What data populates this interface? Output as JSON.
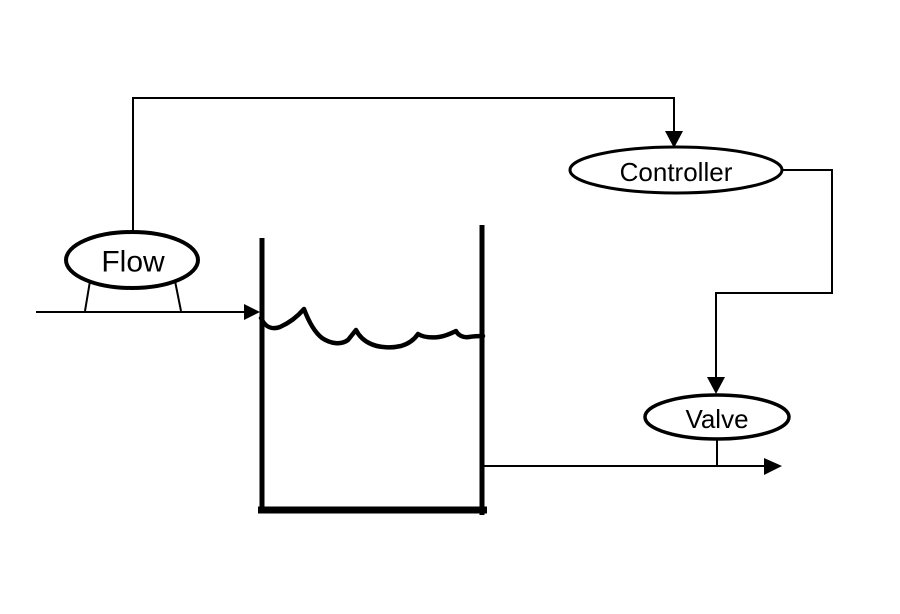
{
  "diagram": {
    "type": "process-control-loop",
    "background_color": "#ffffff",
    "line_color": "#000000",
    "nodes": [
      {
        "id": "flow",
        "label": "Flow",
        "shape": "ellipse",
        "role": "flow-sensor"
      },
      {
        "id": "controller",
        "label": "Controller",
        "shape": "ellipse",
        "role": "controller"
      },
      {
        "id": "valve",
        "label": "Valve",
        "shape": "ellipse",
        "role": "valve"
      },
      {
        "id": "tank",
        "label": "",
        "shape": "open-top-tank-with-liquid",
        "role": "tank"
      }
    ],
    "edges": [
      {
        "from": "flow",
        "to": "controller",
        "style": "orthogonal",
        "arrow": "into-controller-top"
      },
      {
        "from": "controller",
        "to": "valve",
        "style": "orthogonal",
        "arrow": "into-valve-top"
      },
      {
        "from": "inlet",
        "to": "tank",
        "style": "straight",
        "arrow": "into-tank-left-wall"
      },
      {
        "from": "tank",
        "to": "outlet",
        "style": "straight",
        "arrow": "right-end",
        "note": "passes-through-valve-stem"
      }
    ]
  }
}
